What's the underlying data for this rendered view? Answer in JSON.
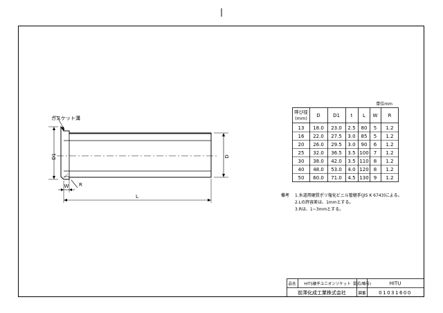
{
  "unit_note": "単位mm",
  "table": {
    "header": {
      "nominal_line1": "呼び径",
      "nominal_line2": "(mm)",
      "cols": [
        "D",
        "D1",
        "t",
        "L",
        "W",
        "R"
      ]
    },
    "rows": [
      [
        "13",
        "18.0",
        "23.0",
        "2.5",
        "80",
        "5",
        "1.2"
      ],
      [
        "16",
        "22.0",
        "27.5",
        "3.0",
        "85",
        "5",
        "1.2"
      ],
      [
        "20",
        "26.0",
        "29.5",
        "3.0",
        "90",
        "6",
        "1.2"
      ],
      [
        "25",
        "32.0",
        "36.5",
        "3.5",
        "100",
        "7",
        "1.2"
      ],
      [
        "30",
        "38.0",
        "42.0",
        "3.5",
        "110",
        "8",
        "1.2"
      ],
      [
        "40",
        "48.0",
        "53.0",
        "4.0",
        "120",
        "8",
        "1.2"
      ],
      [
        "50",
        "60.0",
        "71.0",
        "4.5",
        "130",
        "9",
        "1.2"
      ]
    ]
  },
  "notes": {
    "label": "備考",
    "items": [
      "1.水道用硬質ポリ塩化ビニル管継手(JIS K 6743)による。",
      "2.Lの許容差は、1mmとする。",
      "3.Rは、1~3mmとする。"
    ]
  },
  "drawing": {
    "gasket_label": "ガスケット溝",
    "dim_D1": "D1",
    "dim_D": "D",
    "dim_L": "L",
    "dim_W": "W",
    "dim_R": "R"
  },
  "title_block": {
    "name_label": "品名",
    "name_value": "HITS継手ユニオンソケット",
    "model_label": "型式(略号)",
    "model_value": "HITU",
    "company": "前澤化成工業株式会社",
    "drawing_no_label": "図番",
    "drawing_no_value": "01031600"
  }
}
